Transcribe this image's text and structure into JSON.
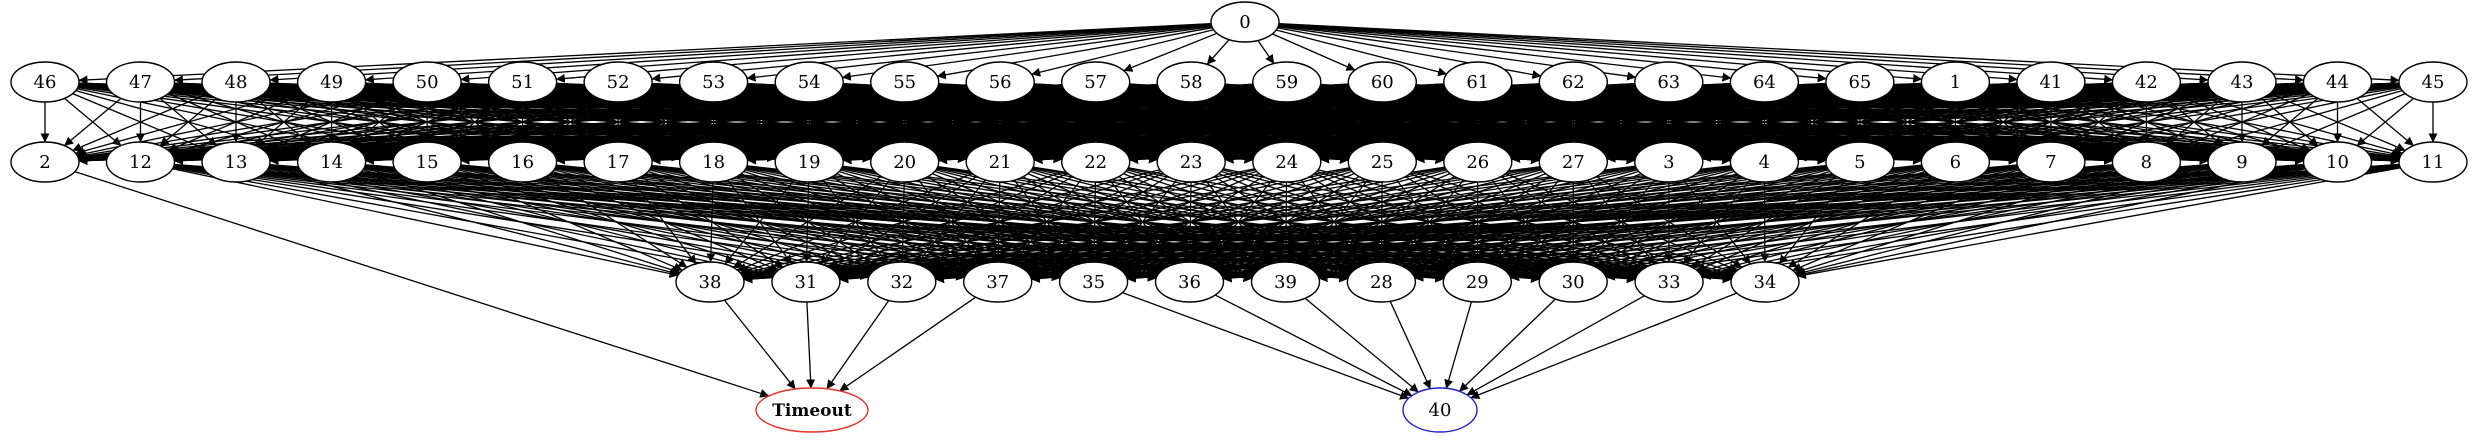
{
  "graph": {
    "timeout_label": "Timeout",
    "timeout_color": "#e8312a",
    "terminal_color": "#2222cc",
    "levels": [
      [
        "0"
      ],
      [
        "46",
        "47",
        "48",
        "49",
        "50",
        "51",
        "52",
        "53",
        "54",
        "55",
        "56",
        "57",
        "58",
        "59",
        "60",
        "61",
        "62",
        "63",
        "64",
        "65",
        "1",
        "41",
        "42",
        "43",
        "44",
        "45"
      ],
      [
        "2",
        "12",
        "13",
        "14",
        "15",
        "16",
        "17",
        "18",
        "19",
        "20",
        "21",
        "22",
        "23",
        "24",
        "25",
        "26",
        "27",
        "3",
        "4",
        "5",
        "6",
        "7",
        "8",
        "9",
        "10",
        "11"
      ],
      [
        "38",
        "31",
        "32",
        "37",
        "35",
        "36",
        "39",
        "28",
        "29",
        "30",
        "33",
        "34"
      ],
      [
        "Timeout",
        "40"
      ]
    ],
    "sink_edges": [
      [
        "2",
        "Timeout"
      ],
      [
        "38",
        "Timeout"
      ],
      [
        "31",
        "Timeout"
      ],
      [
        "32",
        "Timeout"
      ],
      [
        "37",
        "Timeout"
      ],
      [
        "35",
        "40"
      ],
      [
        "36",
        "40"
      ],
      [
        "39",
        "40"
      ],
      [
        "28",
        "40"
      ],
      [
        "29",
        "40"
      ],
      [
        "30",
        "40"
      ],
      [
        "33",
        "40"
      ],
      [
        "34",
        "40"
      ]
    ]
  }
}
